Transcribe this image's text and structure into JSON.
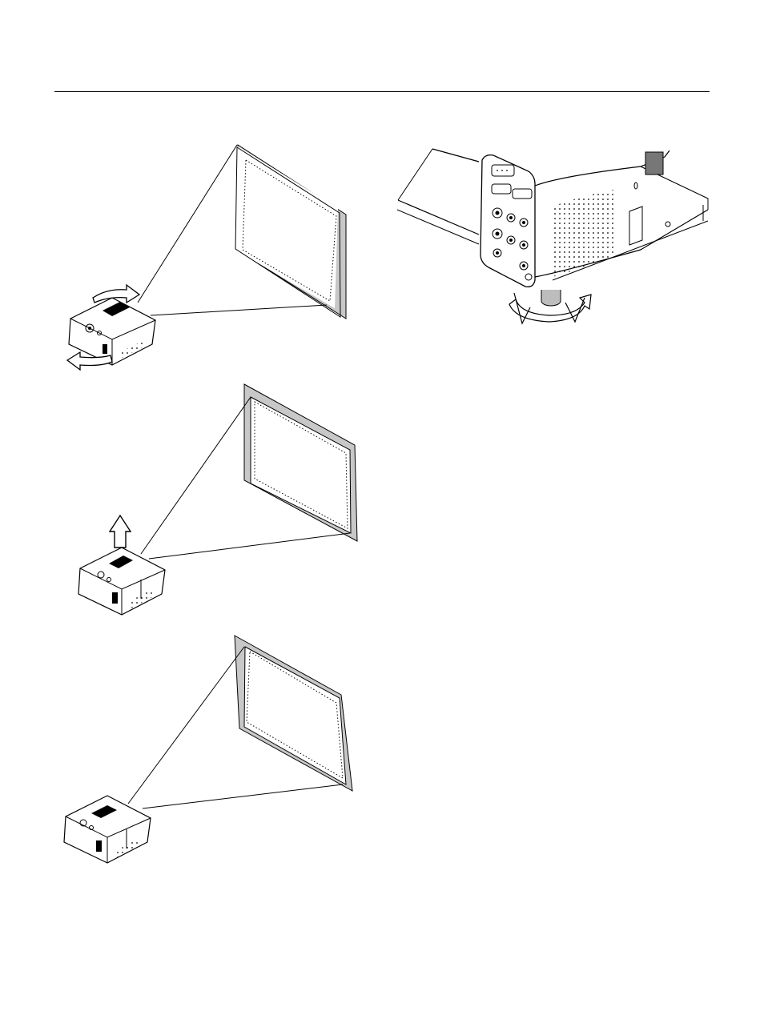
{
  "page": {
    "figures": [
      {
        "id": "projector-rotate",
        "icon": "rotate-arrows-icon"
      },
      {
        "id": "projector-tilt-up",
        "icon": "up-arrow-icon"
      },
      {
        "id": "projector-skewed",
        "icon": "projector-icon"
      },
      {
        "id": "tilt-foot-closeup",
        "icon": "rotate-arrows-icon"
      }
    ],
    "colors": {
      "ink": "#000000",
      "screen_shade": "#c8c8c8",
      "foot": "#bdbdbd"
    }
  }
}
